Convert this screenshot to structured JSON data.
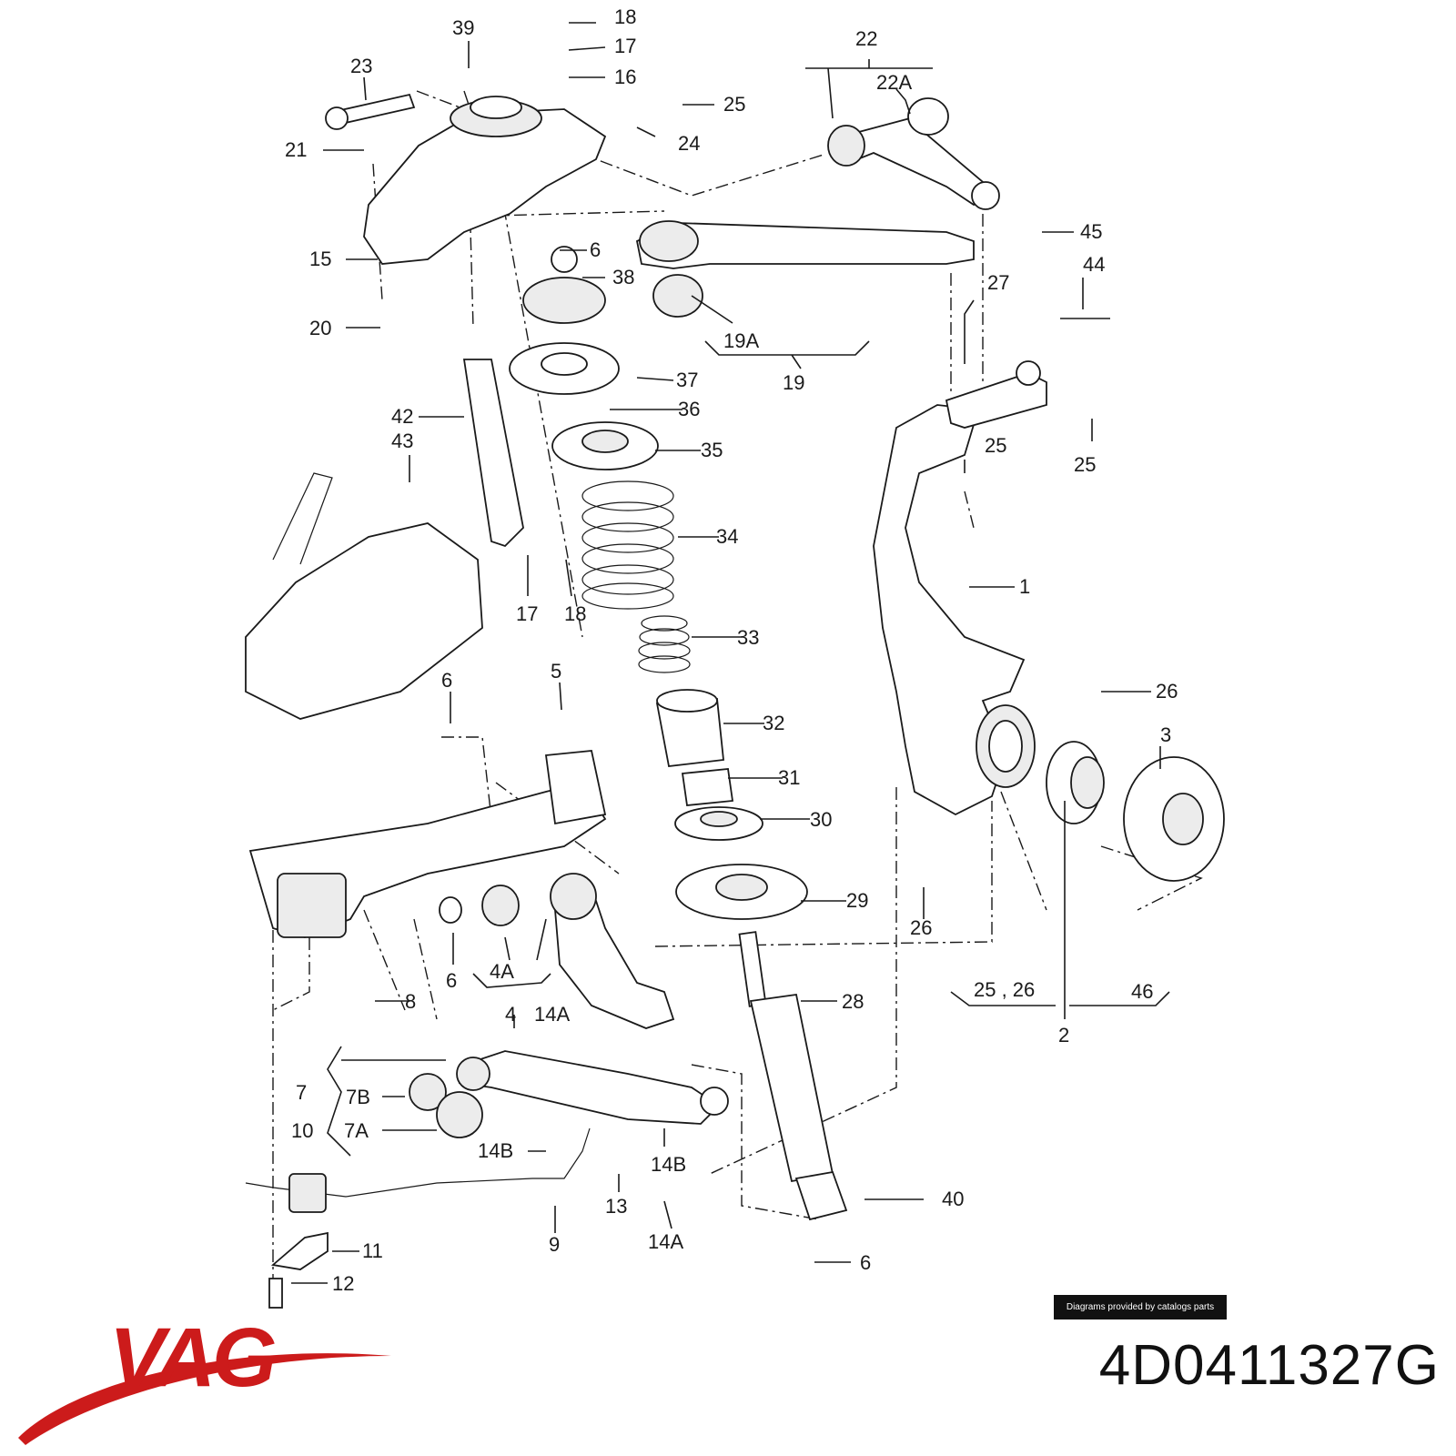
{
  "brand": {
    "logo_text": "VAG",
    "logo_color": "#cc1b1b"
  },
  "part_number": "4D0411327G",
  "credit": "Diagrams provided by catalogs parts",
  "callouts": [
    {
      "id": "c18a",
      "text": "18"
    },
    {
      "id": "c39",
      "text": "39"
    },
    {
      "id": "c17a",
      "text": "17"
    },
    {
      "id": "c16",
      "text": "16"
    },
    {
      "id": "c22",
      "text": "22"
    },
    {
      "id": "c23",
      "text": "23"
    },
    {
      "id": "c22A",
      "text": "22A"
    },
    {
      "id": "c25a",
      "text": "25"
    },
    {
      "id": "c21",
      "text": "21"
    },
    {
      "id": "c24",
      "text": "24"
    },
    {
      "id": "c15",
      "text": "15"
    },
    {
      "id": "c6a",
      "text": "6"
    },
    {
      "id": "c38",
      "text": "38"
    },
    {
      "id": "c45",
      "text": "45"
    },
    {
      "id": "c44",
      "text": "44"
    },
    {
      "id": "c20",
      "text": "20"
    },
    {
      "id": "c19A",
      "text": "19A"
    },
    {
      "id": "c19",
      "text": "19"
    },
    {
      "id": "c27",
      "text": "27"
    },
    {
      "id": "c37",
      "text": "37"
    },
    {
      "id": "c42",
      "text": "42"
    },
    {
      "id": "c36",
      "text": "36"
    },
    {
      "id": "c43",
      "text": "43"
    },
    {
      "id": "c35",
      "text": "35"
    },
    {
      "id": "c25b",
      "text": "25"
    },
    {
      "id": "c25c",
      "text": "25"
    },
    {
      "id": "c34",
      "text": "34"
    },
    {
      "id": "c1",
      "text": "1"
    },
    {
      "id": "c17b",
      "text": "17"
    },
    {
      "id": "c18b",
      "text": "18"
    },
    {
      "id": "c33",
      "text": "33"
    },
    {
      "id": "c6b",
      "text": "6"
    },
    {
      "id": "c5",
      "text": "5"
    },
    {
      "id": "c26a",
      "text": "26"
    },
    {
      "id": "c32",
      "text": "32"
    },
    {
      "id": "c3",
      "text": "3"
    },
    {
      "id": "c31",
      "text": "31"
    },
    {
      "id": "c30",
      "text": "30"
    },
    {
      "id": "c29",
      "text": "29"
    },
    {
      "id": "c26b",
      "text": "26"
    },
    {
      "id": "c6c",
      "text": "6"
    },
    {
      "id": "c4A",
      "text": "4A"
    },
    {
      "id": "c8",
      "text": "8"
    },
    {
      "id": "c4",
      "text": "4"
    },
    {
      "id": "c14Aa",
      "text": "14A"
    },
    {
      "id": "c28",
      "text": "28"
    },
    {
      "id": "c2526",
      "text": "25 , 26"
    },
    {
      "id": "c46",
      "text": "46"
    },
    {
      "id": "c2",
      "text": "2"
    },
    {
      "id": "c7",
      "text": "7"
    },
    {
      "id": "c7B",
      "text": "7B"
    },
    {
      "id": "c7A",
      "text": "7A"
    },
    {
      "id": "c10",
      "text": "10"
    },
    {
      "id": "c14Ba",
      "text": "14B"
    },
    {
      "id": "c14Bb",
      "text": "14B"
    },
    {
      "id": "c40",
      "text": "40"
    },
    {
      "id": "c13",
      "text": "13"
    },
    {
      "id": "c9",
      "text": "9"
    },
    {
      "id": "c14Ab",
      "text": "14A"
    },
    {
      "id": "c11",
      "text": "11"
    },
    {
      "id": "c6d",
      "text": "6"
    },
    {
      "id": "c12",
      "text": "12"
    }
  ]
}
